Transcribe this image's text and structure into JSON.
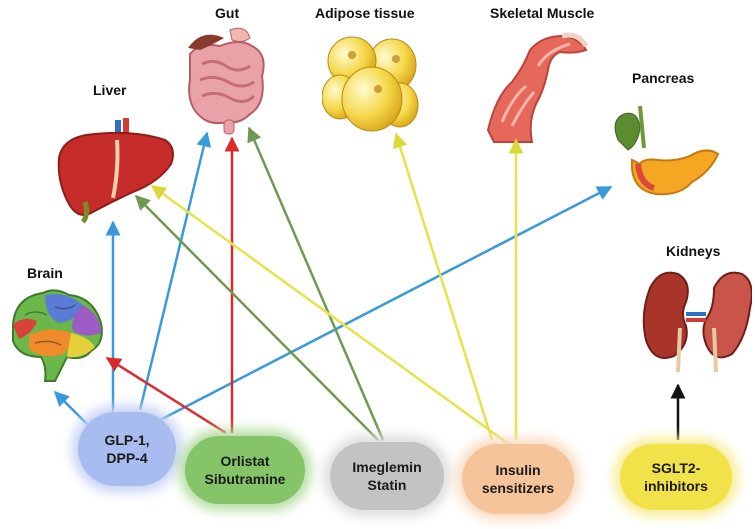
{
  "organs": {
    "gut": "Gut",
    "adipose": "Adipose tissue",
    "muscle": "Skeletal Muscle",
    "liver": "Liver",
    "pancreas": "Pancreas",
    "kidneys": "Kidneys",
    "brain": "Brain"
  },
  "drugs": {
    "glp": [
      "GLP-1,",
      "DPP-4"
    ],
    "orlistat": [
      "Orlistat",
      "Sibutramine"
    ],
    "imeglemin": [
      "Imeglemin",
      "Statin"
    ],
    "insulin": [
      "Insulin",
      "sensitizers"
    ],
    "sglt2": [
      "SGLT2-",
      "inhibitors"
    ]
  },
  "colors": {
    "glp": "#3a9ad9",
    "orlistat": "#d92b2b",
    "imeglemin": "#6f9a52",
    "insulin": "#e6e34a",
    "sglt2": "#111111"
  },
  "icons": [
    "gut-icon",
    "adipose-icon",
    "muscle-icon",
    "liver-icon",
    "pancreas-icon",
    "kidneys-icon",
    "brain-icon"
  ]
}
